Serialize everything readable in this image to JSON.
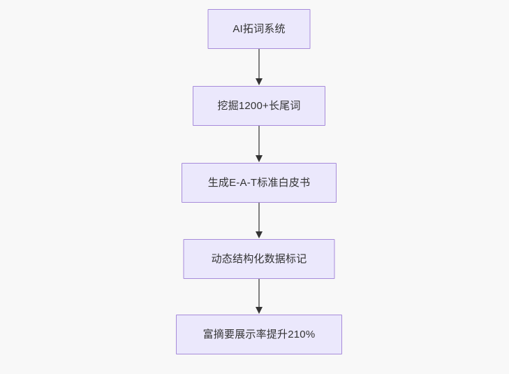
{
  "diagram": {
    "type": "flowchart",
    "orientation": "top-to-bottom",
    "background_color": "#f8f8f8",
    "node_fill_color": "#ebe8fc",
    "node_border_color": "#a78bda",
    "node_text_color": "#333333",
    "edge_line_color": "#808080",
    "edge_arrow_color": "#333333",
    "nodes": [
      {
        "id": "n0",
        "label": "AI拓词系统"
      },
      {
        "id": "n1",
        "label": "挖掘1200+长尾词"
      },
      {
        "id": "n2",
        "label": "生成E-A-T标准白皮书"
      },
      {
        "id": "n3",
        "label": "动态结构化数据标记"
      },
      {
        "id": "n4",
        "label": "富摘要展示率提升210%"
      }
    ],
    "edges": [
      {
        "id": "e0",
        "from": "n0",
        "to": "n1",
        "label": ""
      },
      {
        "id": "e1",
        "from": "n1",
        "to": "n2",
        "label": ""
      },
      {
        "id": "e2",
        "from": "n2",
        "to": "n3",
        "label": ""
      },
      {
        "id": "e3",
        "from": "n3",
        "to": "n4",
        "label": ""
      }
    ]
  }
}
